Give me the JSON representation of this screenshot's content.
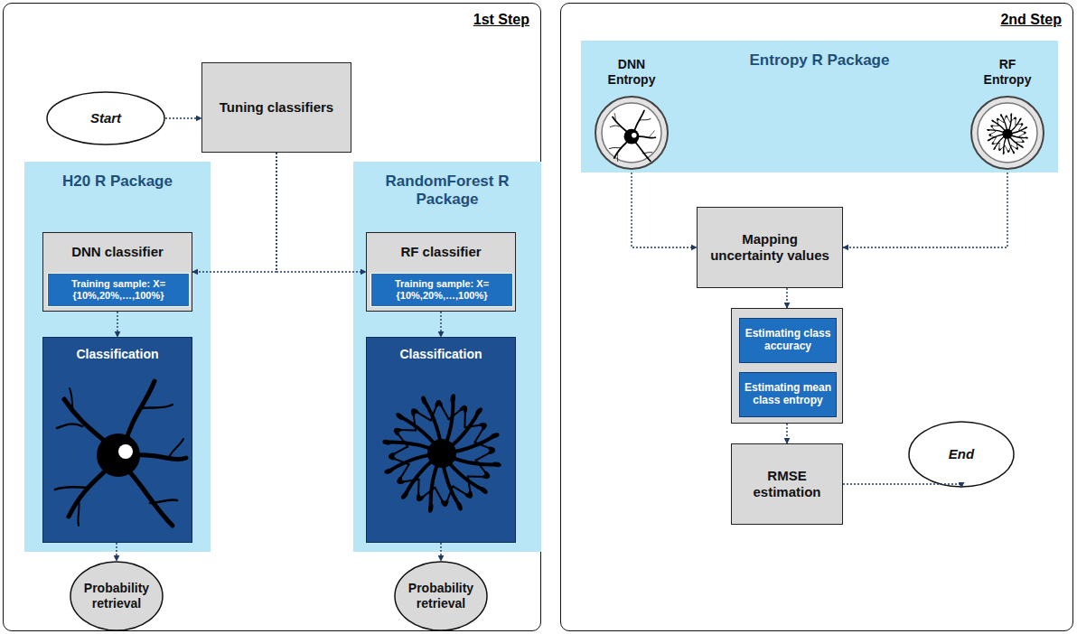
{
  "diagram": {
    "nodes": [
      {
        "text": [
          "1st Step"
        ]
      },
      {
        "text": [
          "Start"
        ],
        "in": 0
      },
      {
        "text": [
          "Tuning classifiers"
        ],
        "in": 0
      },
      {
        "text": [
          "H20 R Package"
        ],
        "in": 0
      },
      {
        "text": [
          "DNN classifier"
        ],
        "in": 3
      },
      {
        "text": [
          "Training sample: X={10%,20%,…,100%}"
        ],
        "in": 4
      },
      {
        "text": [
          "Classification"
        ],
        "in": 3
      },
      {
        "text": [
          "Probability retrieval"
        ],
        "in": 0
      },
      {
        "text": [
          "RandomForest R Package"
        ],
        "in": 0
      },
      {
        "text": [
          "RF classifier"
        ],
        "in": 8
      },
      {
        "text": [
          "Training sample: X={10%,20%,…,100%}"
        ],
        "in": 9
      },
      {
        "text": [
          "Classification"
        ],
        "in": 8
      },
      {
        "text": [
          "Probability retrieval"
        ],
        "in": 0
      },
      {
        "text": [
          "2nd Step"
        ]
      },
      {
        "text": [
          "Entropy R Package"
        ],
        "in": 13
      },
      {
        "text": [
          "DNN Entropy"
        ],
        "in": 14
      },
      {
        "text": [
          "RF Entropy"
        ],
        "in": 14
      },
      {
        "text": [
          "Mapping uncertainty values"
        ],
        "in": 13
      },
      {
        "text": [],
        "in": 13
      },
      {
        "text": [
          "Estimating class accuracy"
        ],
        "in": 18
      },
      {
        "text": [
          "Estimating mean class entropy"
        ],
        "in": 18
      },
      {
        "text": [
          "End"
        ],
        "in": 13
      },
      {
        "text": [
          "RMSE estimation"
        ],
        "in": 13
      }
    ],
    "edges": [
      {
        "from": 1,
        "to": 2,
        "arrow": "to"
      },
      {
        "from": 2,
        "to": 4,
        "arrow": "to"
      },
      {
        "from": 2,
        "to": 9,
        "arrow": "to"
      },
      {
        "from": 4,
        "to": 6,
        "arrow": "to"
      },
      {
        "from": 6,
        "to": 7,
        "arrow": "to"
      },
      {
        "from": 9,
        "to": 11,
        "arrow": "to"
      },
      {
        "from": 11,
        "to": 12,
        "arrow": "to"
      },
      {
        "from": 15,
        "to": 17,
        "arrow": "to"
      },
      {
        "from": 16,
        "to": 17,
        "arrow": "to"
      },
      {
        "from": 17,
        "to": 18,
        "arrow": "to"
      },
      {
        "from": 18,
        "to": 22,
        "arrow": "to"
      },
      {
        "from": 22,
        "to": 21,
        "arrow": "to"
      }
    ]
  }
}
